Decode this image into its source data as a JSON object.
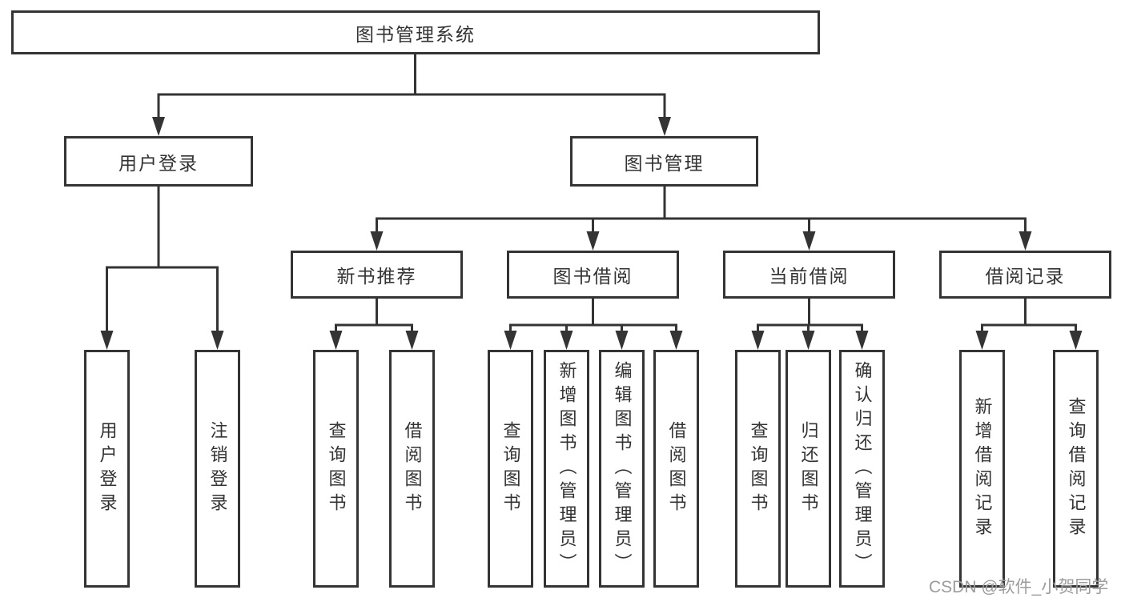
{
  "diagram": {
    "title_node": {
      "label": "图书管理系统"
    },
    "level2": [
      {
        "id": "user-login",
        "label": "用户登录"
      },
      {
        "id": "book-management",
        "label": "图书管理"
      }
    ],
    "level3": [
      {
        "id": "new-book-recommend",
        "label": "新书推荐"
      },
      {
        "id": "book-borrow",
        "label": "图书借阅"
      },
      {
        "id": "current-borrow",
        "label": "当前借阅"
      },
      {
        "id": "borrow-records",
        "label": "借阅记录"
      }
    ],
    "leaves": {
      "user_login": [
        "用户登录",
        "注销登录"
      ],
      "new_books": [
        "查询图书",
        "借阅图书"
      ],
      "borrow": [
        "查询图书",
        "新增图书（管理员）",
        "编辑图书（管理员）",
        "借阅图书"
      ],
      "current": [
        "查询图书",
        "归还图书",
        "确认归还（管理员）"
      ],
      "records": [
        "新增借阅记录",
        "查询借阅记录"
      ]
    },
    "colors": {
      "line": "#343434",
      "box_border": "#343434",
      "text": "#333333",
      "watermark": "#9c9c9c",
      "background": "#ffffff"
    }
  },
  "watermark": {
    "text": "CSDN @软件_小贺同学"
  }
}
